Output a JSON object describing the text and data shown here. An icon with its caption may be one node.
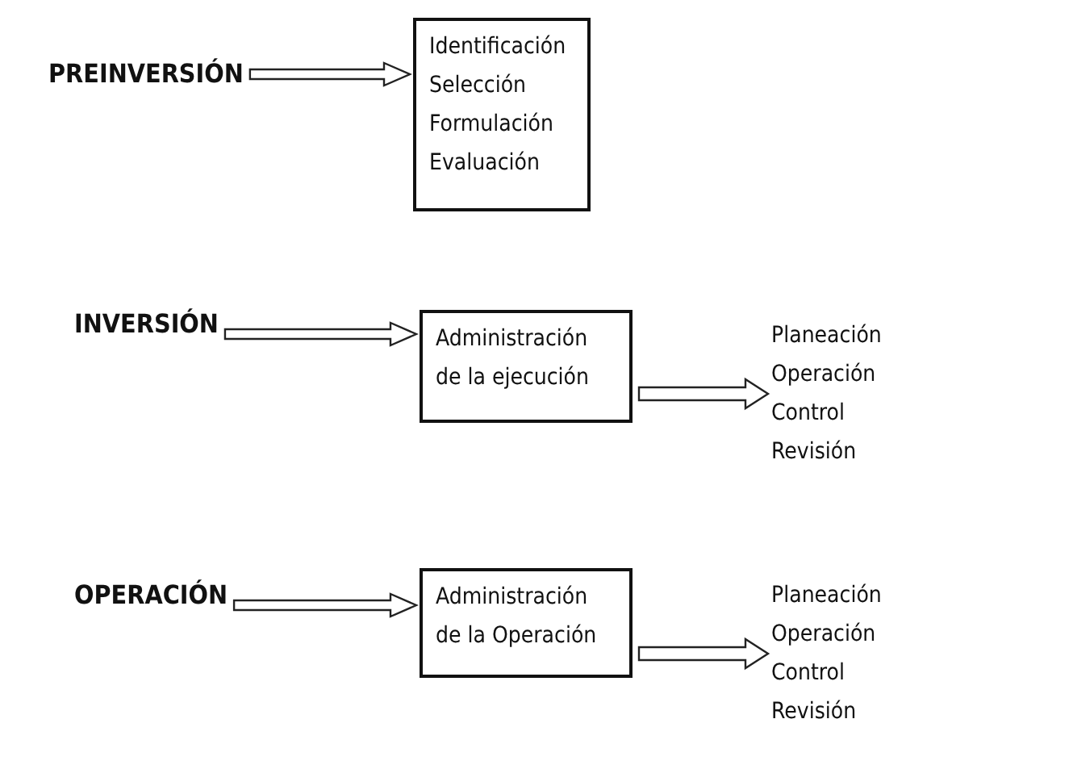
{
  "diagram": {
    "nodes": [
      {
        "text": [
          "PREINVERSIÓN"
        ]
      },
      {
        "text": [
          "Identificación",
          "Selección",
          "Formulación",
          "Evaluación"
        ]
      },
      {
        "text": [
          "INVERSIÓN"
        ]
      },
      {
        "text": [
          "Administración de la ejecución"
        ]
      },
      {
        "text": [
          "Planeación",
          "Operación",
          "Control",
          "Revisión"
        ]
      },
      {
        "text": [
          "OPERACIÓN"
        ]
      },
      {
        "text": [
          "Administración de la Operación"
        ]
      },
      {
        "text": [
          "Planeación",
          "Operación",
          "Control",
          "Revisión"
        ]
      }
    ],
    "edges": [
      {
        "from": 0,
        "to": 1,
        "arrow": "to"
      },
      {
        "from": 2,
        "to": 3,
        "arrow": "to"
      },
      {
        "from": 3,
        "to": 4,
        "arrow": "to"
      },
      {
        "from": 5,
        "to": 6,
        "arrow": "to"
      },
      {
        "from": 6,
        "to": 7,
        "arrow": "to"
      }
    ]
  }
}
